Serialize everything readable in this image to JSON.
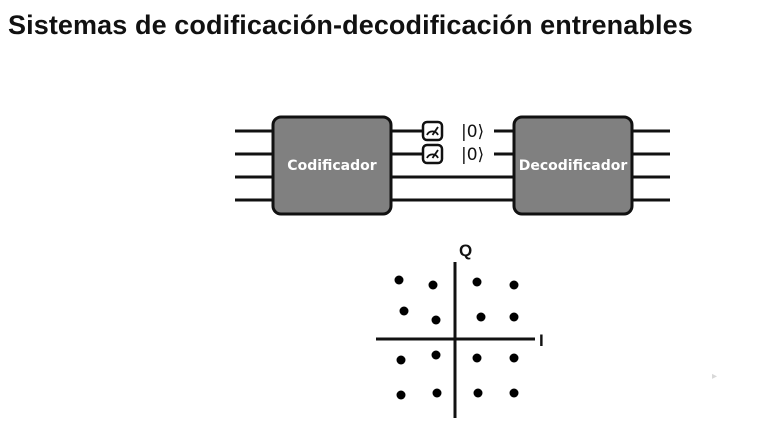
{
  "slide": {
    "title": "Sistemas de codificación-decodificación entrenables"
  },
  "diagram": {
    "encoder_label": "Codificador",
    "decoder_label": "Decodificador",
    "measured_wires": [
      {
        "measure_icon": "measurement-meter-icon",
        "ket": "|0⟩"
      },
      {
        "measure_icon": "measurement-meter-icon",
        "ket": "|0⟩"
      }
    ],
    "passthrough_wire_count": 2,
    "input_wire_count": 4,
    "output_wire_count": 4,
    "box_fill": "#808080",
    "box_stroke": "#111111"
  },
  "constellation": {
    "y_axis_label": "Q",
    "x_axis_label": "I",
    "grid": "4x4",
    "point_color": "#000000"
  },
  "nav": {
    "next_icon": "next-arrow-icon",
    "next_glyph": "▸"
  }
}
